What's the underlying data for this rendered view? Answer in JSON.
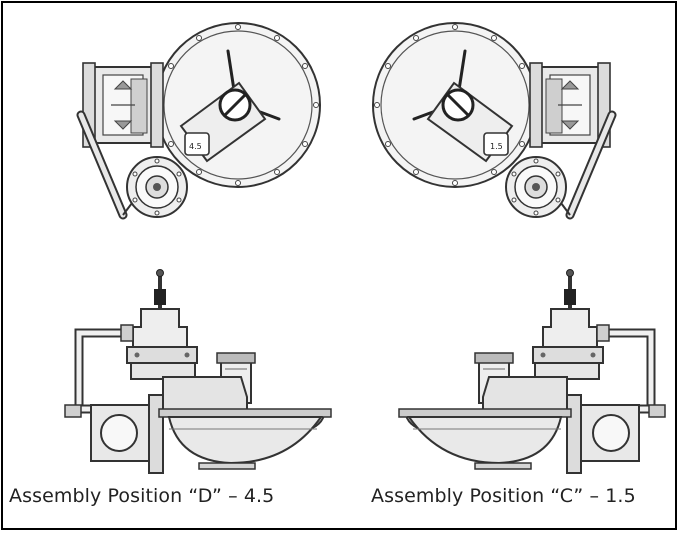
{
  "captions": {
    "left": "Assembly Position “D” – 4.5",
    "right": "Assembly Position “C” – 1.5"
  },
  "icon_labels": {
    "left_index": "4.5",
    "right_index": "1.5"
  },
  "colors": {
    "stroke": "#333333",
    "fill": "#f2f2f2",
    "shade": "#cfcfcf",
    "frame": "#000000"
  },
  "icons": [
    "regulator-top-view-icon",
    "regulator-side-view-icon"
  ]
}
